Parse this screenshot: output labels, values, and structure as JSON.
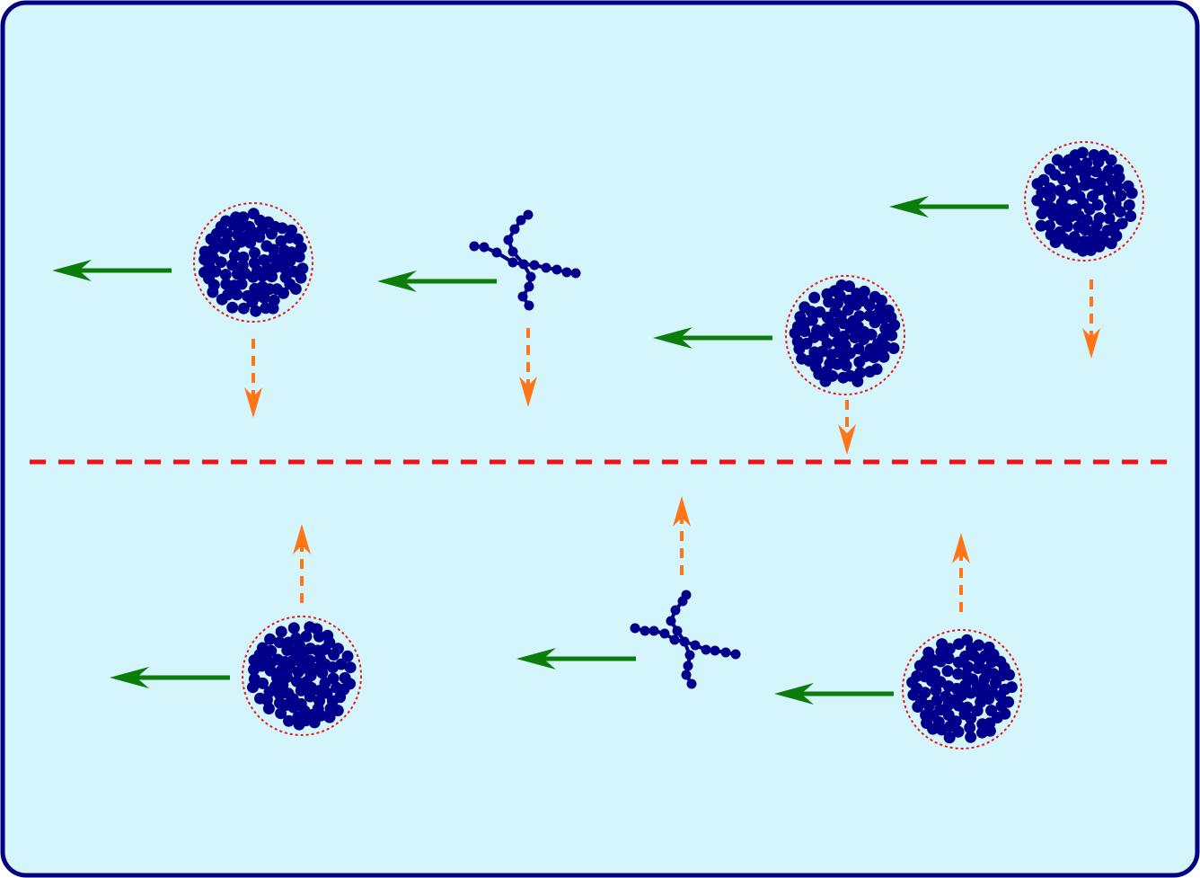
{
  "colors": {
    "background": "#d4f5fc",
    "border": "#000080",
    "particle": "#00008b",
    "particle_outline": "#e41a1c",
    "flow_arrow": "#0a7d0a",
    "drift_arrow": "#ff7518",
    "centerline": "#ee1111"
  },
  "legend": {},
  "icons": {
    "globule": "particle-cluster-icon",
    "branched": "branched-polymer-icon",
    "flow": "left-arrow-icon",
    "drift": "dashed-arrow-icon"
  },
  "particles": [
    {
      "id": "upper-left-globule",
      "kind": "globule",
      "region": "upper",
      "drift": "down"
    },
    {
      "id": "upper-middle-branched",
      "kind": "branched",
      "region": "upper",
      "drift": "down"
    },
    {
      "id": "upper-center-globule",
      "kind": "globule",
      "region": "upper",
      "drift": "down"
    },
    {
      "id": "upper-right-globule",
      "kind": "globule",
      "region": "upper",
      "drift": "down"
    },
    {
      "id": "lower-left-globule",
      "kind": "globule",
      "region": "lower",
      "drift": "up"
    },
    {
      "id": "lower-middle-branched",
      "kind": "branched",
      "region": "lower",
      "drift": "up"
    },
    {
      "id": "lower-right-globule",
      "kind": "globule",
      "region": "lower",
      "drift": "up"
    }
  ]
}
